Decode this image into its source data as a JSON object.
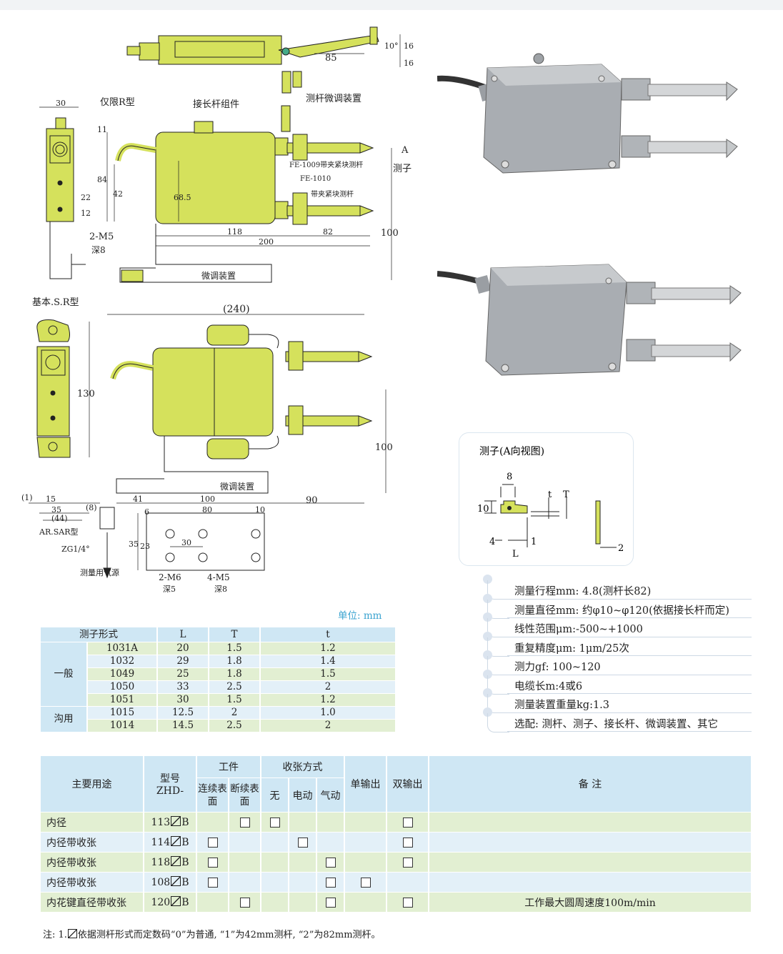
{
  "drawing": {
    "labels": {
      "only_r": "仅限R型",
      "extension_assembly": "接长杆组件",
      "rod_fine_adjust": "测杆微调装置",
      "fe1009": "FE-1009带夹紧块测杆",
      "fe1010": "FE-1010",
      "clamp_rod": "带夹紧块测杆",
      "probe": "测子",
      "arrow_a": "A",
      "m5_thread": "2-M5",
      "m5_depth": "深8",
      "fine_adjust": "微调装置",
      "basic_sr": "基本.S.R型",
      "ar_sar": "AR.SAR型",
      "zg": "ZG1/4°",
      "air_source": "测量用气源",
      "m6_thread": "2-M6",
      "m6_depth": "深5",
      "m5b_thread": "4-M5",
      "m5b_depth": "深8",
      "fine_adjust_2": "微调装置"
    },
    "dims": {
      "d30": "30",
      "d10deg": "10°",
      "d16a": "16",
      "d16b": "16",
      "d85": "85",
      "d11": "11",
      "d84": "84",
      "d42": "42",
      "d68": "68.5",
      "d22": "22",
      "d12": "12",
      "d118": "118",
      "d82": "82",
      "d200": "200",
      "d100a": "100",
      "d240": "(240)",
      "d130": "130",
      "d100b": "100",
      "d1": "(1)",
      "d15": "15",
      "d35": "35",
      "d44": "(44)",
      "d8": "(8)",
      "d41": "41",
      "d100c": "100",
      "d90": "90",
      "d80": "80",
      "d10": "10",
      "d6": "6",
      "d35b": "35",
      "d23": "23",
      "d30b": "30"
    }
  },
  "probe_view": {
    "title": "测子(A向视图)",
    "d8": "8",
    "d10": "10",
    "d4": "4",
    "dL": "L",
    "d1": "1",
    "dt": "t",
    "dT": "T",
    "d2": "2"
  },
  "specs": [
    "测量行程mm: 4.8(测杆长82)",
    "测量直径mm: 约φ10~φ120(依据接长杆而定)",
    "线性范围μm:-500~+1000",
    "重复精度μm: 1μm/25次",
    "测力gf: 100~120",
    "电缆长m:4或6",
    "测量装置重量kg:1.3",
    "选配: 测杆、测子、接长杆、微调装置、其它"
  ],
  "probe_table": {
    "unit": "单位: mm",
    "headers": [
      "测子形式",
      "L",
      "T",
      "t"
    ],
    "groups": [
      {
        "name": "一般",
        "rows": [
          [
            "1031A",
            "20",
            "1.5",
            "1.2"
          ],
          [
            "1032",
            "29",
            "1.8",
            "1.4"
          ],
          [
            "1049",
            "25",
            "1.8",
            "1.5"
          ],
          [
            "1050",
            "33",
            "2.5",
            "2"
          ],
          [
            "1051",
            "30",
            "1.5",
            "1.2"
          ]
        ]
      },
      {
        "name": "沟用",
        "rows": [
          [
            "1015",
            "12.5",
            "2",
            "1.0"
          ],
          [
            "1014",
            "14.5",
            "2.5",
            "2"
          ]
        ]
      }
    ]
  },
  "model_table": {
    "h_use": "主要用途",
    "h_model_1": "型号",
    "h_model_2": "ZHD-",
    "h_work": "工件",
    "h_cont": "连续表面",
    "h_disc": "断续表面",
    "h_retract": "收张方式",
    "h_none": "无",
    "h_elec": "电动",
    "h_air": "气动",
    "h_single": "单输出",
    "h_double": "双输出",
    "h_note": "备 注",
    "rows": [
      {
        "use": "内径",
        "model": "113",
        "suffix": "B",
        "checks": [
          false,
          true,
          true,
          false,
          false,
          false,
          true
        ],
        "note": ""
      },
      {
        "use": "内径带收张",
        "model": "114",
        "suffix": "B",
        "checks": [
          true,
          false,
          false,
          true,
          false,
          false,
          true
        ],
        "note": ""
      },
      {
        "use": "内径带收张",
        "model": "118",
        "suffix": "B",
        "checks": [
          true,
          false,
          false,
          false,
          true,
          false,
          true
        ],
        "note": ""
      },
      {
        "use": "内径带收张",
        "model": "108",
        "suffix": "B",
        "checks": [
          true,
          false,
          false,
          false,
          true,
          true,
          false
        ],
        "note": ""
      },
      {
        "use": "内花键直径带收张",
        "model": "120",
        "suffix": "B",
        "checks": [
          false,
          true,
          false,
          false,
          true,
          false,
          true
        ],
        "note": "工作最大圆周速度100m/min"
      }
    ]
  },
  "footnote": "注: 1.",
  "footnote_rest": "依据测杆形式而定数码“0”为普通, “1”为42mm测杆, “2”为82mm测杆。"
}
